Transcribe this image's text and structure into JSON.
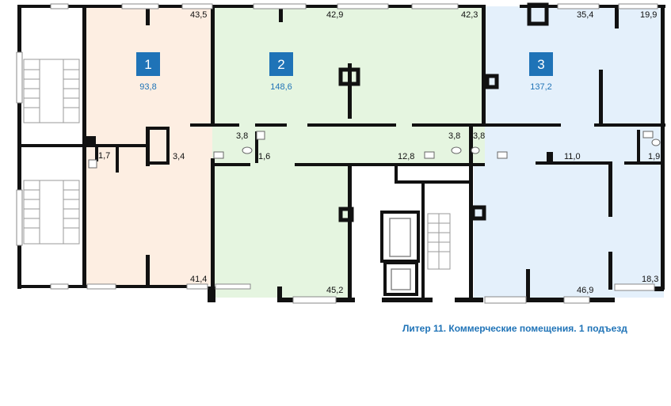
{
  "caption": "Литер 11. Коммерческие помещения. 1 подъезд",
  "colors": {
    "unit1": "#fdeee2",
    "unit2": "#e5f5e0",
    "unit3": "#e4f0fb",
    "badge": "#1f73b7",
    "wall": "#111111"
  },
  "units": [
    {
      "number": "1",
      "area": "93,8"
    },
    {
      "number": "2",
      "area": "148,6"
    },
    {
      "number": "3",
      "area": "137,2"
    }
  ],
  "areas": {
    "a43_5": "43,5",
    "a42_9": "42,9",
    "a42_3": "42,3",
    "a35_4": "35,4",
    "a19_9": "19,9",
    "a3_8a": "3,8",
    "a3_8b": "3,8",
    "a3_8c": "3,8",
    "a1_7": "1,7",
    "a3_4": "3,4",
    "a1_6": "1,6",
    "a12_8": "12,8",
    "a11_0": "11,0",
    "a1_9": "1,9",
    "a41_4": "41,4",
    "a45_2": "45,2",
    "a46_9": "46,9",
    "a18_3": "18,3"
  }
}
